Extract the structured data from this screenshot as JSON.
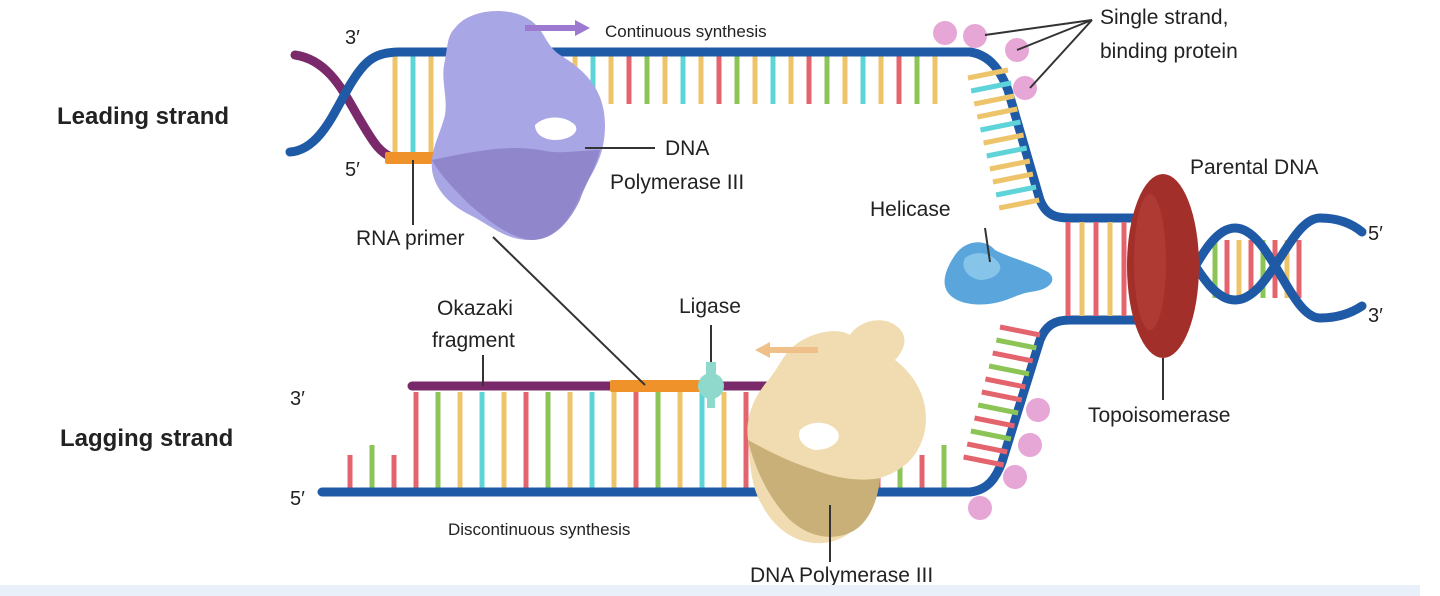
{
  "labels": {
    "leading_strand": "Leading strand",
    "lagging_strand": "Lagging strand",
    "continuous_synthesis": "Continuous synthesis",
    "discontinuous_synthesis": "Discontinuous synthesis",
    "single_strand_line1": "Single strand,",
    "single_strand_line2": "binding protein",
    "dna_pol_top_line1": "DNA",
    "dna_pol_top_line2": "Polymerase III",
    "rna_primer": "RNA primer",
    "helicase": "Helicase",
    "parental_dna": "Parental DNA",
    "okazaki_line1": "Okazaki",
    "okazaki_line2": "fragment",
    "ligase": "Ligase",
    "topoisomerase": "Topoisomerase",
    "dna_pol_bottom": "DNA Polymerase III",
    "lead_3prime": "3′",
    "lead_5prime": "5′",
    "lag_3prime": "3′",
    "lag_5prime": "5′",
    "parent_5prime": "5′",
    "parent_3prime": "3′"
  },
  "colors": {
    "backbone": "#1f5aa6",
    "new_strand": "#7a2a6a",
    "primer": "#f0922a",
    "base_yellow": "#eec46a",
    "base_cyan": "#5fd4d8",
    "base_red": "#e4646e",
    "base_green": "#8cc456",
    "polymerase_top": "#a9a6e6",
    "polymerase_bottom": "#f0dcb0",
    "helicase": "#5aa6dc",
    "topoisomerase": "#a32f2a",
    "ssb": "#e6a6d6",
    "ligase": "#8fd8cc"
  }
}
